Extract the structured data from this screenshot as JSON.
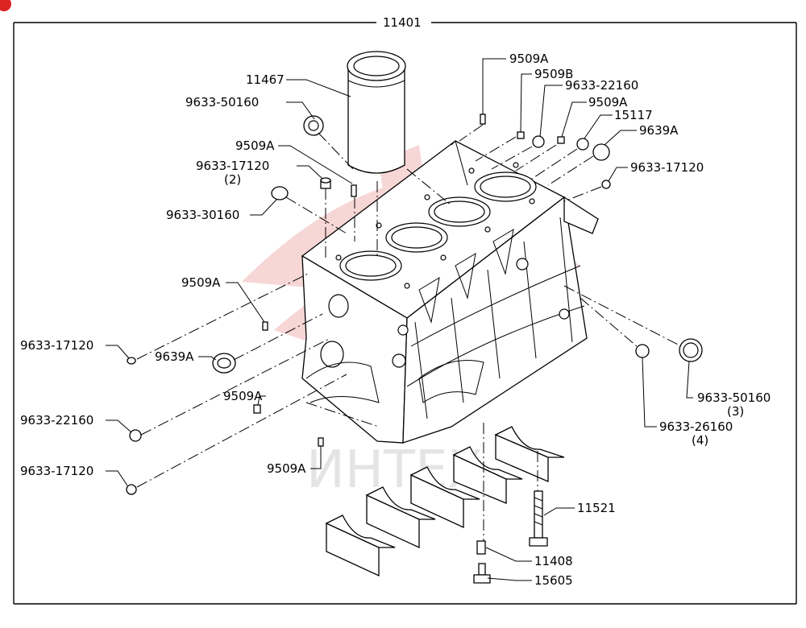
{
  "diagram": {
    "assembly_number": "11401",
    "watermark_text": "ИНТЕХ",
    "labels": {
      "l11467": "11467",
      "l50160_top": "9633-50160",
      "l9509a_mid": "9509A",
      "l17120_2": "9633-17120",
      "l17120_2_qty": "(2)",
      "l30160": "9633-30160",
      "l9509a_left": "9509A",
      "l17120_left_top": "9633-17120",
      "l9639a_left": "9639A",
      "l9509a_lower": "9509A",
      "l22160_left": "9633-22160",
      "l9509a_bottom": "9509A",
      "l17120_left_bottom": "9633-17120",
      "l9509a_top_right": "9509A",
      "l9509b": "9509B",
      "l22160_right": "9633-22160",
      "l9509a_right": "9509A",
      "l15117": "15117",
      "l9639a_right": "9639A",
      "l17120_right": "9633-17120",
      "l50160_right": "9633-50160",
      "l50160_right_qty": "(3)",
      "l26160": "9633-26160",
      "l26160_qty": "(4)",
      "l11521": "11521",
      "l11408": "11408",
      "l15605": "15605"
    },
    "colors": {
      "line": "#000000",
      "watermark": "#f2b5b5",
      "watermark_text": "#d0d0d0",
      "badge": "#dd2222"
    }
  }
}
